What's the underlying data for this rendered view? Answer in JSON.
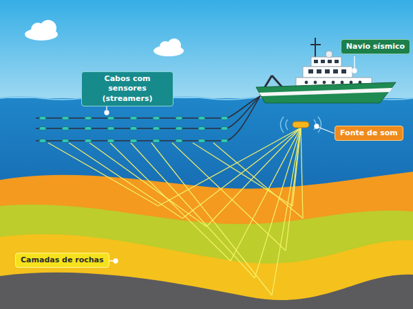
{
  "diagram": {
    "nodes": [
      {
        "text": [
          "Navio sísmico"
        ]
      },
      {
        "text": [
          "Cabos com sensores (streamers)"
        ]
      },
      {
        "text": [
          "Fonte de som"
        ]
      },
      {
        "text": [
          "Camadas de rochas"
        ]
      }
    ]
  }
}
